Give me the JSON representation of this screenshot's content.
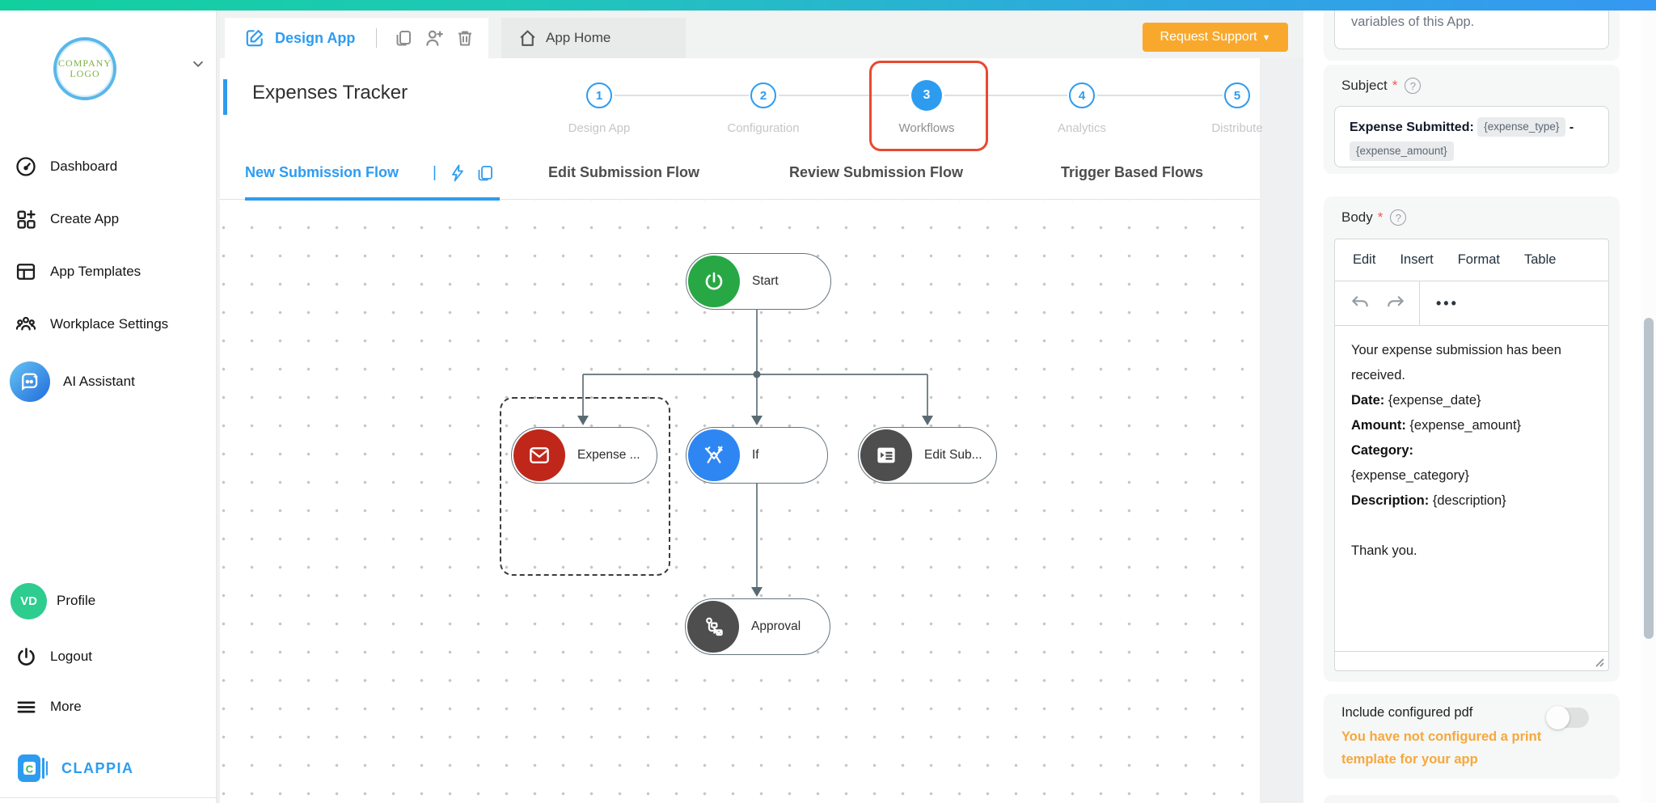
{
  "colors": {
    "accent_blue": "#2D9CF0",
    "gradient_left": "#12CF9E",
    "gradient_right": "#3598F2",
    "support_orange": "#F8A92D",
    "warning_orange": "#F6A83C",
    "annotation_red": "#E8492F",
    "node_green": "#27A844",
    "node_red": "#BF271B",
    "node_blue": "#2E86F2",
    "node_dark": "#4F4E4E",
    "avatar_green": "#2ECC8F"
  },
  "sidebar": {
    "logo": {
      "line1": "COMPANY",
      "line2": "LOGO"
    },
    "items": [
      {
        "label": "Dashboard",
        "icon": "dashboard-gauge-icon"
      },
      {
        "label": "Create App",
        "icon": "create-app-icon"
      },
      {
        "label": "App Templates",
        "icon": "app-templates-icon"
      },
      {
        "label": "Workplace Settings",
        "icon": "workplace-settings-icon"
      },
      {
        "label": "AI Assistant",
        "icon": "ai-assistant-icon"
      }
    ],
    "profile": {
      "initials": "VD",
      "label": "Profile"
    },
    "logout": {
      "label": "Logout"
    },
    "more": {
      "label": "More"
    },
    "brand_name": "CLAPPIA"
  },
  "topbar": {
    "design_app": "Design App",
    "app_home": "App Home",
    "request_support": "Request Support"
  },
  "header": {
    "title": "Expenses Tracker",
    "active_step": "3",
    "steps": [
      {
        "num": "1",
        "label": "Design App"
      },
      {
        "num": "2",
        "label": "Configuration"
      },
      {
        "num": "3",
        "label": "Workflows"
      },
      {
        "num": "4",
        "label": "Analytics"
      },
      {
        "num": "5",
        "label": "Distribute"
      }
    ]
  },
  "tabs": {
    "items": [
      {
        "label": "New Submission Flow",
        "active": true
      },
      {
        "label": "Edit Submission Flow",
        "active": false
      },
      {
        "label": "Review Submission Flow",
        "active": false
      },
      {
        "label": "Trigger Based Flows",
        "active": false
      }
    ]
  },
  "canvas": {
    "nodes": {
      "start": {
        "label": "Start"
      },
      "expense": {
        "label": "Expense ..."
      },
      "if": {
        "label": "If"
      },
      "edit": {
        "label": "Edit Sub..."
      },
      "approval": {
        "label": "Approval"
      }
    }
  },
  "panel": {
    "variables_note": "variables of this App.",
    "subject": {
      "label": "Subject",
      "required": "*",
      "value_prefix": "Expense Submitted:",
      "chip1": "{expense_type}",
      "separator": "-",
      "chip2": "{expense_amount}"
    },
    "body": {
      "label": "Body",
      "required": "*",
      "menu": [
        "Edit",
        "Insert",
        "Format",
        "Table"
      ],
      "ellipsis": "•••",
      "p1": "Your expense submission has been received.",
      "date_label": "Date:",
      "date_value": "{expense_date}",
      "amount_label": "Amount:",
      "amount_value": "{expense_amount}",
      "category_label": "Category:",
      "category_value": "{expense_category}",
      "description_label": "Description:",
      "description_value": "{description}",
      "closing": "Thank you."
    },
    "pdf": {
      "label": "Include configured pdf",
      "toggle_state": "off",
      "warning": "You have not configured a print template for your app"
    }
  }
}
